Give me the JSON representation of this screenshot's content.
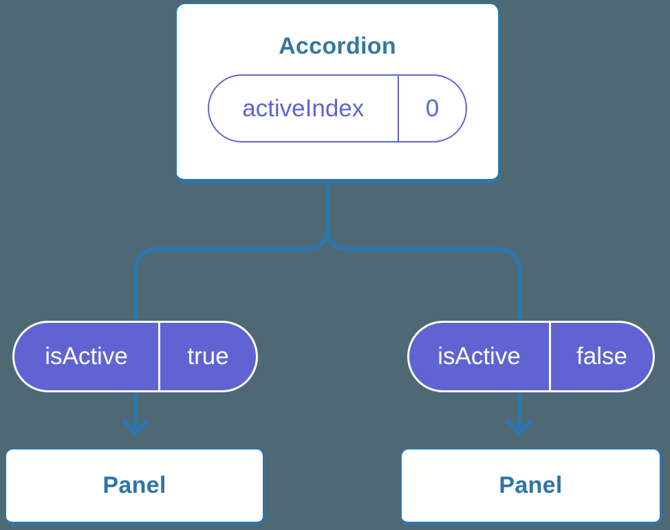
{
  "colors": {
    "background": "#4e6974",
    "card_border": "#2d75ac",
    "connector": "#2d75ac",
    "title_text": "#35779f",
    "pill_purple": "#5f64d2",
    "panel_text": "#2e75a8"
  },
  "accordion_card": {
    "title": "Accordion",
    "state_pill": {
      "name": "activeIndex",
      "value": "0"
    }
  },
  "branches": [
    {
      "pill": {
        "name": "isActive",
        "value": "true"
      },
      "panel": {
        "label": "Panel"
      }
    },
    {
      "pill": {
        "name": "isActive",
        "value": "false"
      },
      "panel": {
        "label": "Panel"
      }
    }
  ]
}
